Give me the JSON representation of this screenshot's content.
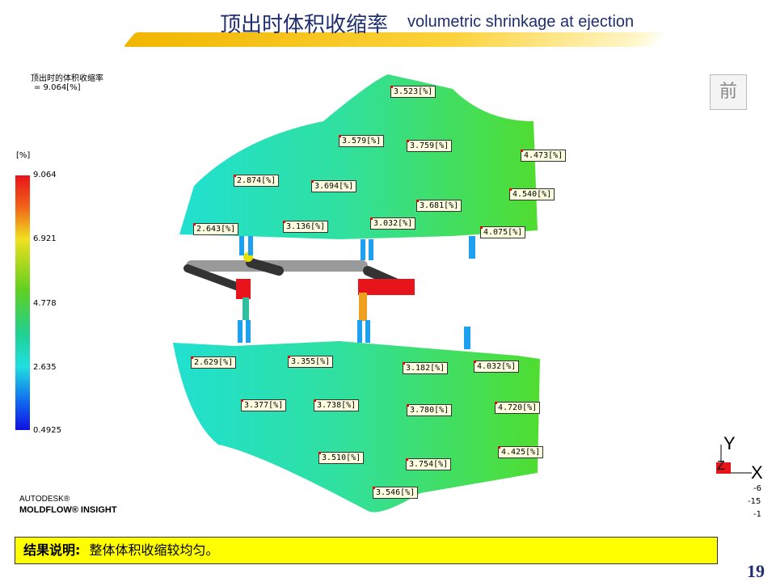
{
  "header": {
    "title_cn": "顶出时体积收缩率",
    "title_en": "volumetric shrinkage at ejection"
  },
  "result": {
    "name": "顶出时的体积收缩率",
    "value": "= 9.064[%]",
    "unit": "[%]"
  },
  "legend": {
    "ticks": [
      "9.064",
      "6.921",
      "4.778",
      "2.635",
      "0.4925"
    ]
  },
  "labels_top": [
    "3.523[%]",
    "3.579[%]",
    "3.759[%]",
    "4.473[%]",
    "2.874[%]",
    "3.694[%]",
    "4.540[%]",
    "3.681[%]",
    "2.643[%]",
    "3.136[%]",
    "3.032[%]",
    "4.075[%]"
  ],
  "labels_bottom": [
    "2.629[%]",
    "3.355[%]",
    "3.182[%]",
    "4.032[%]",
    "3.377[%]",
    "3.738[%]",
    "3.780[%]",
    "4.720[%]",
    "3.510[%]",
    "4.425[%]",
    "3.754[%]",
    "3.546[%]"
  ],
  "view_cube": "前",
  "axes": {
    "y": "Y",
    "x": "X",
    "z": "Z",
    "coords": [
      "-6",
      "-15",
      "-1"
    ]
  },
  "brand": {
    "line1": "AUTODESK®",
    "line2": "MOLDFLOW® INSIGHT"
  },
  "note": {
    "label": "结果说明:",
    "text": "整体体积收缩较均匀。"
  },
  "page_number": "19",
  "colors": {
    "accent": "#f2b600",
    "title": "#1f2f6e",
    "note_bg": "#ffff00"
  }
}
